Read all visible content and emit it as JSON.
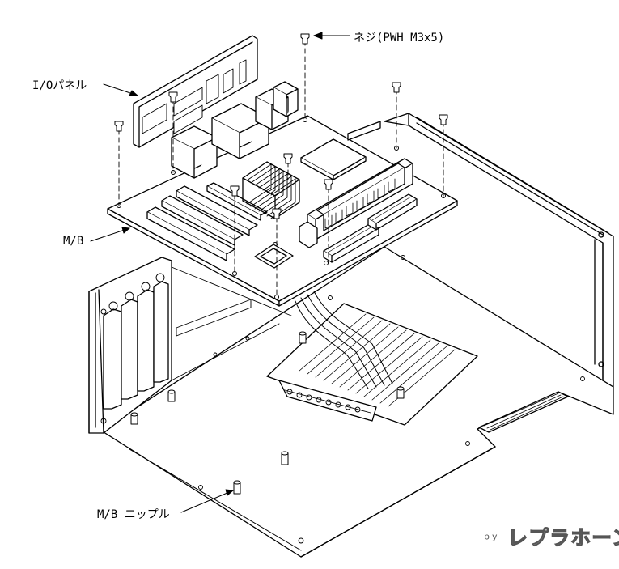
{
  "labels": {
    "screw": "ネジ(PWH M3x5)",
    "io_panel": "I/Oパネル",
    "mb": "M/B",
    "mb_spacer": "M/B ニップル"
  },
  "credit": {
    "by": "by",
    "brand": "レプラホーン"
  }
}
